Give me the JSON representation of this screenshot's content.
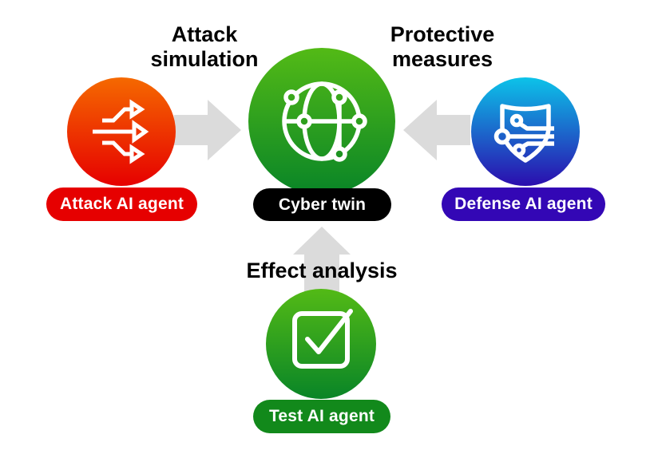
{
  "background_color": "#ffffff",
  "arrow_color": "#dbdbdb",
  "flow_labels": {
    "attack_simulation": "Attack\nsimulation",
    "protective_measures": "Protective\nmeasures",
    "effect_analysis": "Effect analysis"
  },
  "agents": {
    "attack": {
      "label": "Attack AI agent",
      "icon": "forward-arrows-icon",
      "circle_gradient_top": "#f56900",
      "circle_gradient_bottom": "#e60000",
      "pill_color": "#e60000",
      "text_color": "#ffffff"
    },
    "cyber_twin": {
      "label": "Cyber twin",
      "icon": "connected-globe-icon",
      "circle_gradient_top": "#53ba16",
      "circle_gradient_bottom": "#098527",
      "pill_color": "#000000",
      "text_color": "#ffffff"
    },
    "defense": {
      "label": "Defense AI agent",
      "icon": "circuit-shield-icon",
      "circle_gradient_top": "#0cc3e9",
      "circle_gradient_bottom": "#2b0dae",
      "pill_color": "#3307b5",
      "text_color": "#ffffff"
    },
    "test": {
      "label": "Test AI agent",
      "icon": "checkmark-box-icon",
      "circle_gradient_top": "#53ba16",
      "circle_gradient_bottom": "#098527",
      "pill_color": "#12891b",
      "text_color": "#ffffff"
    }
  }
}
